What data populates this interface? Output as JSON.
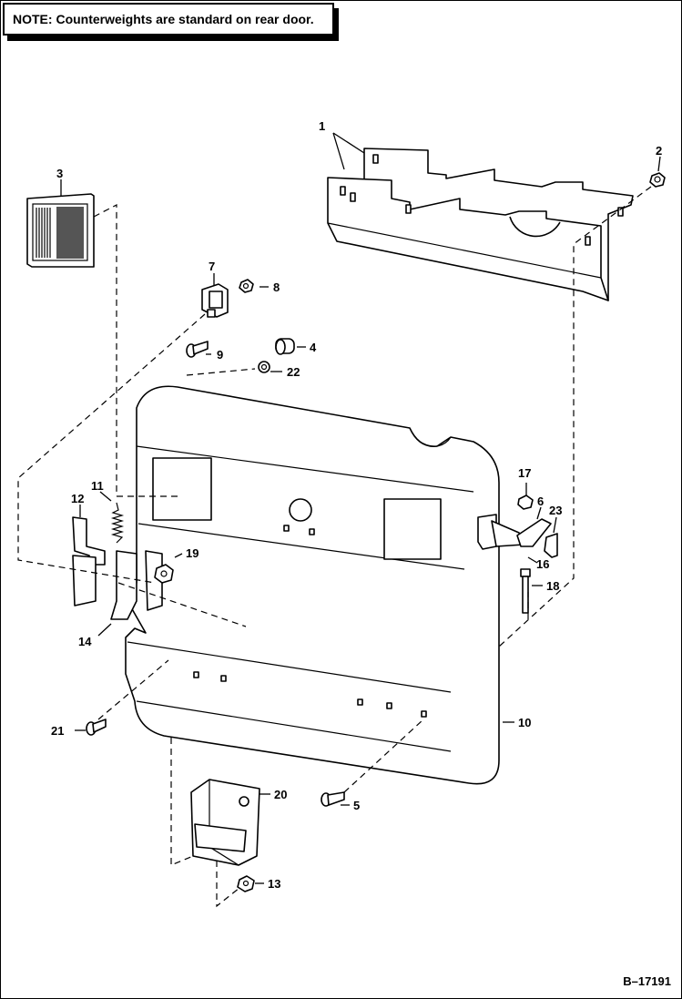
{
  "note": {
    "label": "NOTE:",
    "text": "Counterweights are standard on rear door."
  },
  "figure_id": "B–17191",
  "callouts": [
    {
      "id": "1",
      "text": "1"
    },
    {
      "id": "2",
      "text": "2"
    },
    {
      "id": "3",
      "text": "3"
    },
    {
      "id": "4",
      "text": "4"
    },
    {
      "id": "5",
      "text": "5"
    },
    {
      "id": "6",
      "text": "6"
    },
    {
      "id": "7",
      "text": "7"
    },
    {
      "id": "8",
      "text": "8"
    },
    {
      "id": "9",
      "text": "9"
    },
    {
      "id": "10",
      "text": "10"
    },
    {
      "id": "11",
      "text": "11"
    },
    {
      "id": "12",
      "text": "12"
    },
    {
      "id": "13",
      "text": "13"
    },
    {
      "id": "14",
      "text": "14"
    },
    {
      "id": "16",
      "text": "16"
    },
    {
      "id": "17",
      "text": "17"
    },
    {
      "id": "18",
      "text": "18"
    },
    {
      "id": "19",
      "text": "19"
    },
    {
      "id": "20",
      "text": "20"
    },
    {
      "id": "21",
      "text": "21"
    },
    {
      "id": "22",
      "text": "22"
    },
    {
      "id": "23",
      "text": "23"
    }
  ]
}
